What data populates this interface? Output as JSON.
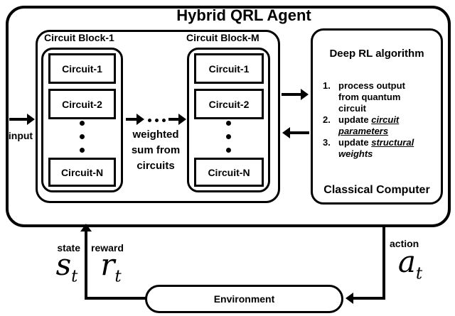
{
  "diagram": {
    "title": "Hybrid QRL Agent",
    "input_label": "input",
    "weighted_sum": {
      "line1": "weighted",
      "line2": "sum from",
      "line3": "circuits"
    },
    "block1": {
      "label": "Circuit Block-1",
      "circuits": [
        "Circuit-1",
        "Circuit-2",
        "Circuit-N"
      ]
    },
    "blockM": {
      "label": "Circuit Block-M",
      "circuits": [
        "Circuit-1",
        "Circuit-2",
        "Circuit-N"
      ]
    },
    "rl": {
      "title": "Deep RL algorithm",
      "item1_num": "1.",
      "item1_text": "process output from quantum circuit",
      "item2_num": "2.",
      "item2_prefix": "update",
      "item2_emph": "circuit parameters",
      "item3_num": "3.",
      "item3_prefix": "update",
      "item3_emph": "structural",
      "item3_tail": "weights",
      "footer": "Classical Computer"
    },
    "feedback": {
      "state_label": "state",
      "state_base": "s",
      "state_sub": "t",
      "reward_label": "reward",
      "reward_base": "r",
      "reward_sub": "t",
      "action_label": "action",
      "action_base": "a",
      "action_sub": "t"
    },
    "environment_label": "Environment",
    "colors": {
      "ink": "#000000",
      "background": "#ffffff"
    }
  }
}
